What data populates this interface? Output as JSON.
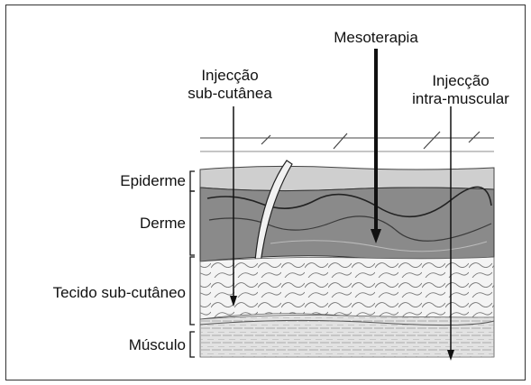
{
  "diagram": {
    "labels": {
      "mesoterapia": "Mesoterapia",
      "subcutanea_line1": "Injecção",
      "subcutanea_line2": "sub-cutânea",
      "intramuscular_line1": "Injecção",
      "intramuscular_line2": "intra-muscular",
      "epiderme": "Epiderme",
      "derme": "Derme",
      "tecido": "Tecido sub-cutâneo",
      "musculo": "Músculo"
    },
    "colors": {
      "epidermis": "#cfcfcf",
      "dermis": "#8a8a8a",
      "subcutaneous": "#f4f4f4",
      "muscle": "#e2e2e2",
      "ink": "#111111"
    }
  }
}
